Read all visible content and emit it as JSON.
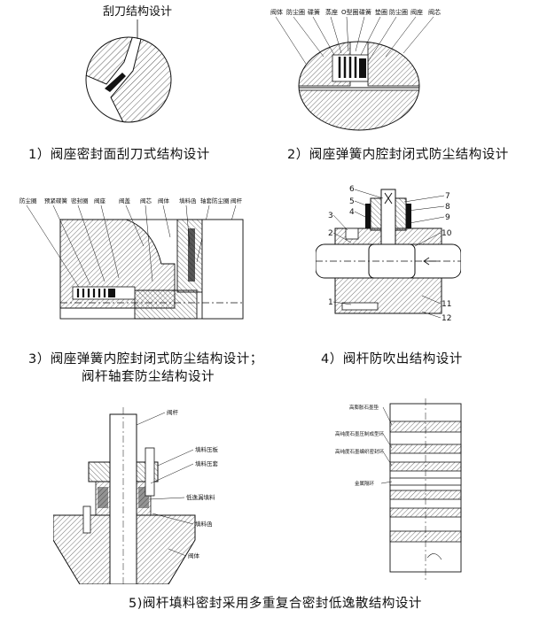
{
  "figures": {
    "fig1": {
      "title": "刮刀结构设计",
      "caption": "1）阀座密封面刮刀式结构设计"
    },
    "fig2": {
      "labels": [
        "阀体",
        "防尘圈",
        "碟簧",
        "蒸座",
        "O型圈",
        "碟簧",
        "垫圈",
        "防尘圈",
        "阀座",
        "阀芯"
      ],
      "caption": "2）阀座弹簧内腔封闭式防尘结构设计"
    },
    "fig3": {
      "labels": [
        "防尘圈",
        "预紧碟簧",
        "密封圈",
        "阀座",
        "阀盖",
        "阀芯",
        "阀体",
        "填料函",
        "轴套防尘圈",
        "阀杆"
      ],
      "caption_line1": "3）阀座弹簧内腔封闭式防尘结构设计；",
      "caption_line2": "阀杆轴套防尘结构设计"
    },
    "fig4": {
      "numbers": [
        "1",
        "2",
        "3",
        "4",
        "5",
        "6",
        "7",
        "8",
        "9",
        "10",
        "11",
        "12"
      ],
      "caption": "4）阀杆防吹出结构设计"
    },
    "fig5a": {
      "labels": [
        "阀杆",
        "填料压板",
        "填料压套",
        "低逸漏填料",
        "填料函",
        "阀体"
      ]
    },
    "fig5b": {
      "labels": [
        "高膨胀石墨垫",
        "高纯度石墨压制成型环",
        "高纯度石墨编织密封环",
        "金属隔环"
      ]
    },
    "fig5": {
      "caption": "5)阀杆填料密封采用多重复合密封低逸散结构设计"
    }
  }
}
